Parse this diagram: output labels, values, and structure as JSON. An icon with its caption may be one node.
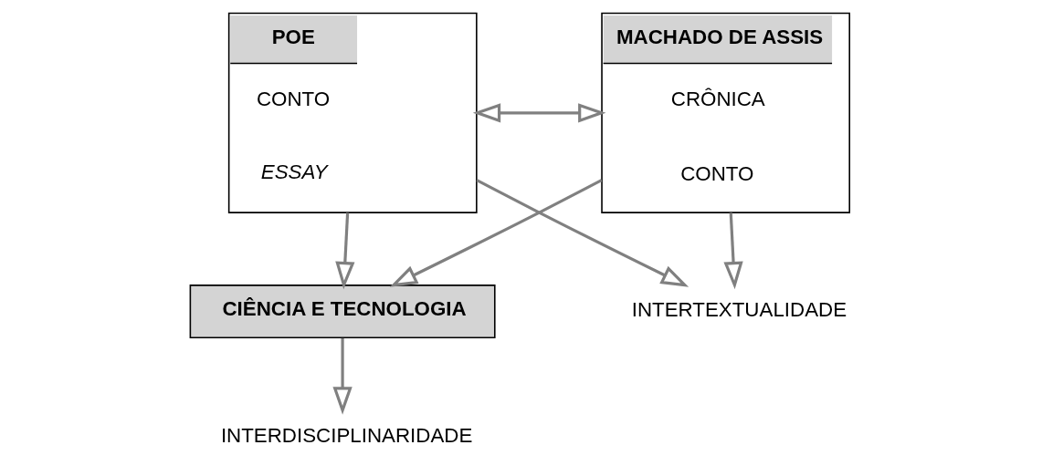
{
  "diagram": {
    "nodes": [
      {
        "text": [
          "POE",
          "CONTO",
          "ESSAY"
        ]
      },
      {
        "text": [
          "MACHADO DE ASSIS",
          "CRÔNICA",
          "CONTO"
        ]
      },
      {
        "text": [
          "CIÊNCIA E TECNOLOGIA"
        ]
      },
      {
        "text": [
          "INTERDISCIPLINARIDADE"
        ]
      },
      {
        "text": [
          "INTERTEXTUALIDADE"
        ]
      }
    ],
    "edges": [
      {
        "from": 0,
        "to": 1,
        "arrow": "both"
      },
      {
        "from": 0,
        "to": 2,
        "arrow": "to"
      },
      {
        "from": 1,
        "to": 2,
        "arrow": "to"
      },
      {
        "from": 2,
        "to": 3,
        "arrow": "to"
      },
      {
        "from": 0,
        "to": 4,
        "arrow": "to"
      },
      {
        "from": 1,
        "to": 4,
        "arrow": "to"
      }
    ]
  }
}
